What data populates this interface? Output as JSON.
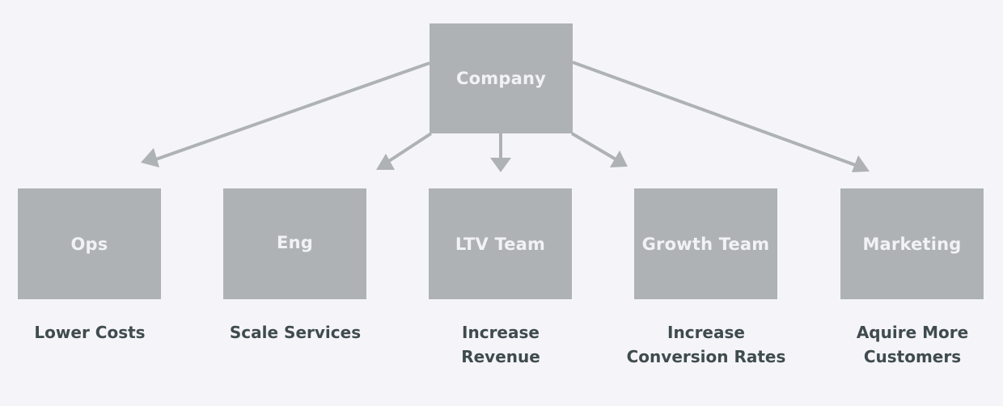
{
  "diagram": {
    "root": {
      "label": "Company"
    },
    "children": [
      {
        "label": "Ops",
        "goal": [
          "Lower Costs"
        ]
      },
      {
        "label": "Eng",
        "goal": [
          "Scale Services"
        ]
      },
      {
        "label": "LTV Team",
        "goal": [
          "Increase",
          "Revenue"
        ]
      },
      {
        "label": "Growth Team",
        "goal": [
          "Increase",
          "Conversion Rates"
        ]
      },
      {
        "label": "Marketing",
        "goal": [
          "Aquire More",
          "Customers"
        ]
      }
    ],
    "colors": {
      "box": "#aeb2b5",
      "box_text": "#f1f2f4",
      "goal_text": "#3f4b4f",
      "connector": "#aeb2b5",
      "background": "#f5f5f9"
    }
  }
}
